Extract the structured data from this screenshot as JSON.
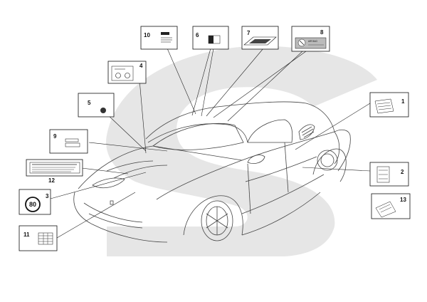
{
  "callouts": [
    {
      "id": "10",
      "label": "10"
    },
    {
      "id": "6",
      "label": "6"
    },
    {
      "id": "7",
      "label": "7"
    },
    {
      "id": "8",
      "label": "8"
    },
    {
      "id": "4",
      "label": "4"
    },
    {
      "id": "5",
      "label": "5"
    },
    {
      "id": "9",
      "label": "9"
    },
    {
      "id": "12",
      "label": "12"
    },
    {
      "id": "3",
      "label": "3"
    },
    {
      "id": "11",
      "label": "11"
    },
    {
      "id": "1",
      "label": "1"
    },
    {
      "id": "2",
      "label": "2"
    },
    {
      "id": "13",
      "label": "13"
    }
  ],
  "speed_sign": {
    "value": "80"
  },
  "airbag_label": {
    "text": "AIR BAG"
  },
  "colors": {
    "watermark": "#e6e6e6",
    "line": "#222222",
    "box": "#111111"
  }
}
